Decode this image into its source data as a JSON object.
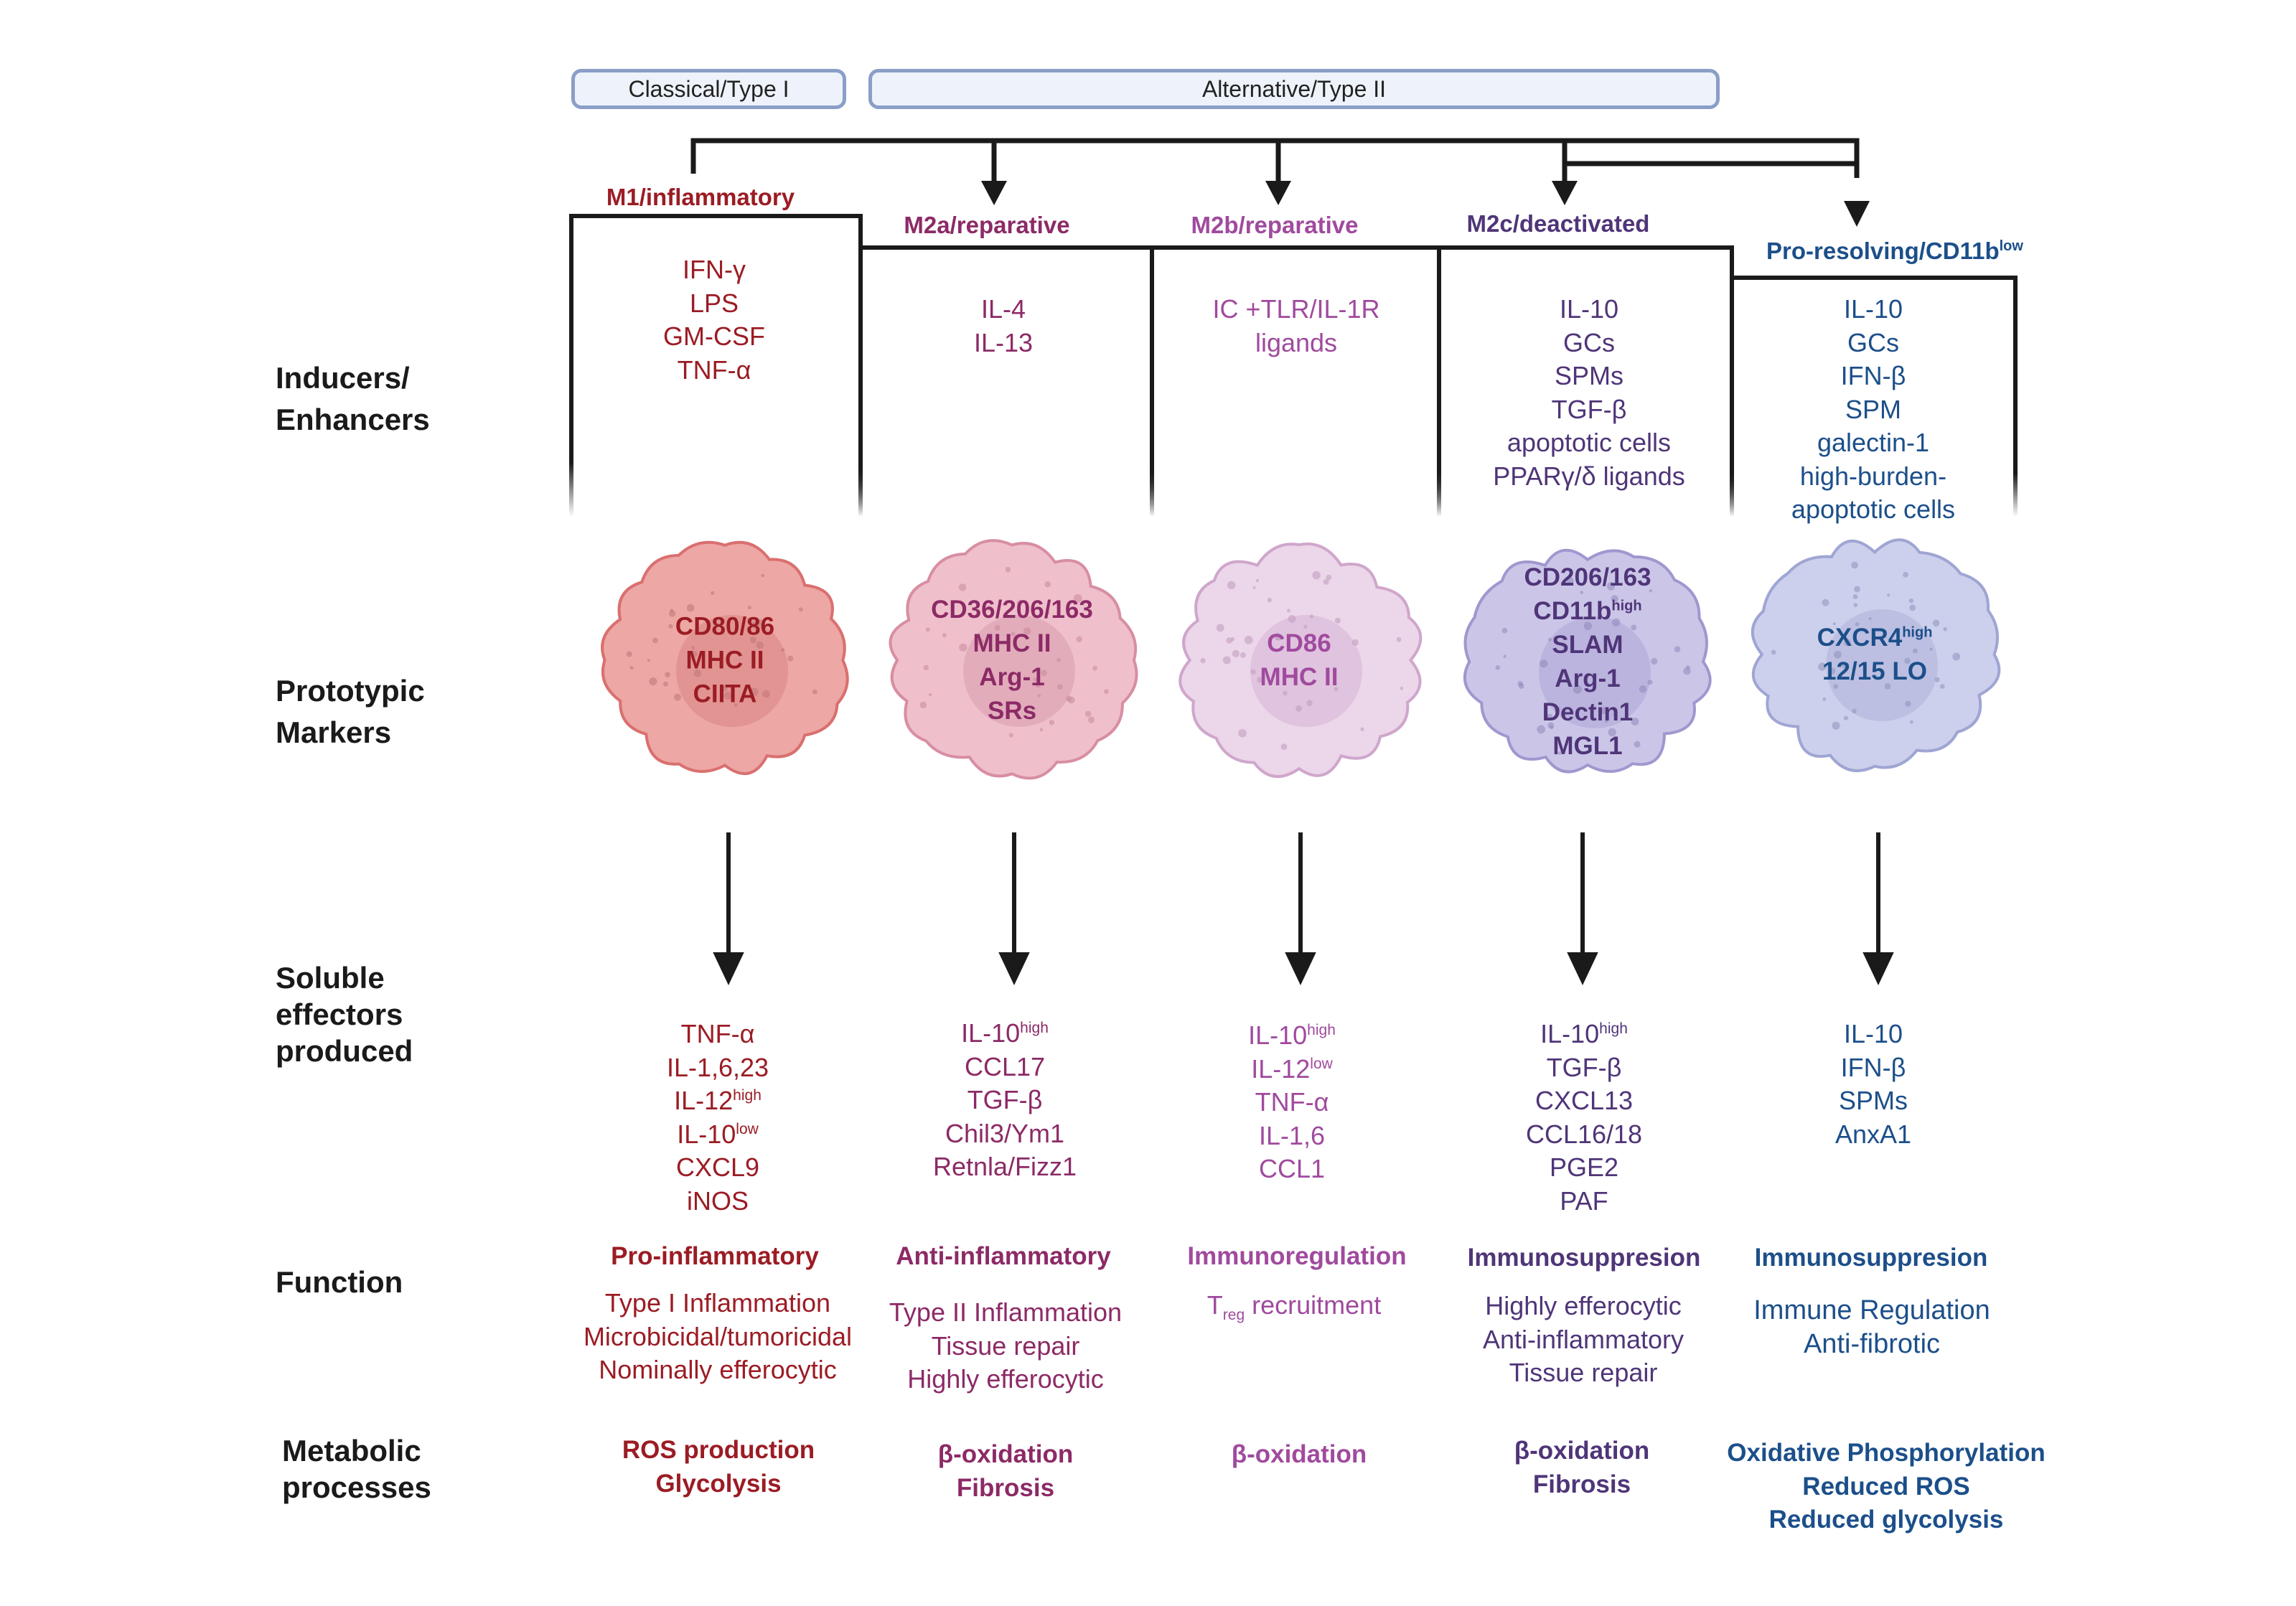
{
  "categories": {
    "classical": "Classical/Type I",
    "alternative": "Alternative/Type II"
  },
  "row_labels": {
    "inducers": [
      "Inducers/",
      "Enhancers"
    ],
    "markers": [
      "Prototypic",
      "Markers"
    ],
    "effectors": [
      "Soluble",
      "effectors",
      "produced"
    ],
    "function": [
      "Function"
    ],
    "metabolic": [
      "Metabolic",
      "processes"
    ]
  },
  "columns": [
    {
      "title": "M1/inflammatory",
      "color": "#9b1c24",
      "inducers": [
        "IFN-γ",
        "LPS",
        "GM-CSF",
        "TNF-α"
      ],
      "markers": [
        {
          "t": "CD80/86"
        },
        {
          "t": "MHC II"
        },
        {
          "t": "CIITA"
        }
      ],
      "effectors": [
        {
          "t": "TNF-α"
        },
        {
          "t": "IL-1,6,23"
        },
        {
          "t": "IL-12",
          "sup": "high"
        },
        {
          "t": "IL-10",
          "sup": "low"
        },
        {
          "t": "CXCL9"
        },
        {
          "t": "iNOS"
        }
      ],
      "function_title": "Pro-inflammatory",
      "function_items": [
        {
          "t": "Type I Inflammation"
        },
        {
          "t": "Microbicidal/tumoricidal"
        },
        {
          "t": "Nominally  efferocytic"
        }
      ],
      "metabolic": [
        "ROS production",
        "Glycolysis"
      ]
    },
    {
      "title": "M2a/reparative",
      "color": "#8c2a66",
      "inducers": [
        "IL-4",
        "IL-13"
      ],
      "markers": [
        {
          "t": "CD36/206/163"
        },
        {
          "t": "MHC II"
        },
        {
          "t": "Arg-1"
        },
        {
          "t": "SRs"
        }
      ],
      "effectors": [
        {
          "t": "IL-10",
          "sup": "high"
        },
        {
          "t": "CCL17"
        },
        {
          "t": "TGF-β"
        },
        {
          "t": "Chil3/Ym1"
        },
        {
          "t": "Retnla/Fizz1"
        }
      ],
      "function_title": "Anti-inflammatory",
      "function_items": [
        {
          "t": "Type II Inflammation"
        },
        {
          "t": "Tissue repair"
        },
        {
          "t": "Highly efferocytic"
        }
      ],
      "metabolic": [
        "β-oxidation",
        "Fibrosis"
      ]
    },
    {
      "title": "M2b/reparative",
      "color": "#a04a9e",
      "inducers": [
        "IC +TLR/IL-1R",
        "ligands"
      ],
      "markers": [
        {
          "t": "CD86"
        },
        {
          "t": "MHC II"
        }
      ],
      "effectors": [
        {
          "t": "IL-10",
          "sup": "high"
        },
        {
          "t": "IL-12",
          "sup": "low"
        },
        {
          "t": "TNF-α"
        },
        {
          "t": "IL-1,6"
        },
        {
          "t": "CCL1"
        }
      ],
      "function_title": "Immunoregulation",
      "function_items": [
        {
          "t": "T",
          "sub": "reg",
          "after": " recruitment"
        }
      ],
      "metabolic": [
        "β-oxidation"
      ]
    },
    {
      "title": "M2c/deactivated",
      "color": "#4f3578",
      "inducers": [
        "IL-10",
        "GCs",
        "SPMs",
        "TGF-β",
        "apoptotic cells",
        "PPARγ/δ ligands"
      ],
      "markers": [
        {
          "t": "CD206/163"
        },
        {
          "t": "CD11b",
          "sup": "high"
        },
        {
          "t": "SLAM"
        },
        {
          "t": "Arg-1"
        },
        {
          "t": "Dectin1"
        },
        {
          "t": "MGL1"
        }
      ],
      "effectors": [
        {
          "t": "IL-10",
          "sup": "high"
        },
        {
          "t": "TGF-β"
        },
        {
          "t": "CXCL13"
        },
        {
          "t": "CCL16/18"
        },
        {
          "t": "PGE2"
        },
        {
          "t": "PAF"
        }
      ],
      "function_title": "Immunosuppresion",
      "function_items": [
        {
          "t": "Highly efferocytic"
        },
        {
          "t": "Anti-inflammatory"
        },
        {
          "t": "Tissue repair"
        }
      ],
      "metabolic": [
        "β-oxidation",
        "Fibrosis"
      ]
    },
    {
      "title": "Pro-resolving/CD11b",
      "title_sup": "low",
      "color": "#1c4f8a",
      "inducers": [
        "IL-10",
        "GCs",
        "IFN-β",
        "SPM",
        "galectin-1",
        "high-burden-",
        "apoptotic cells"
      ],
      "markers": [
        {
          "t": "CXCR4",
          "sup": "high"
        },
        {
          "t": "12/15 LO"
        }
      ],
      "effectors": [
        {
          "t": "IL-10"
        },
        {
          "t": "IFN-β"
        },
        {
          "t": "SPMs"
        },
        {
          "t": "AnxA1"
        }
      ],
      "function_title": "Immunosuppresion",
      "function_items": [
        {
          "t": "Immune Regulation"
        },
        {
          "t": "Anti-fibrotic"
        }
      ],
      "metabolic": [
        "Oxidative Phosphorylation",
        "Reduced ROS",
        "Reduced glycolysis"
      ]
    }
  ],
  "cell_styles": [
    {
      "fill": "#eda7a5",
      "stroke": "#d9706f",
      "nucleus": "#dd8d8d",
      "dot": "#c07677"
    },
    {
      "fill": "#efc0cc",
      "stroke": "#d88ea2",
      "nucleus": "#dea6b5",
      "dot": "#c9899b"
    },
    {
      "fill": "#ecd6e9",
      "stroke": "#cfa6cc",
      "nucleus": "#dcbcd9",
      "dot": "#bf9bbd"
    },
    {
      "fill": "#cbc6e8",
      "stroke": "#9f98cf",
      "nucleus": "#b6aedb",
      "dot": "#8f88b9"
    },
    {
      "fill": "#cdd0ec",
      "stroke": "#9fa5d3",
      "nucleus": "#b5b9de",
      "dot": "#8d92bd"
    }
  ]
}
